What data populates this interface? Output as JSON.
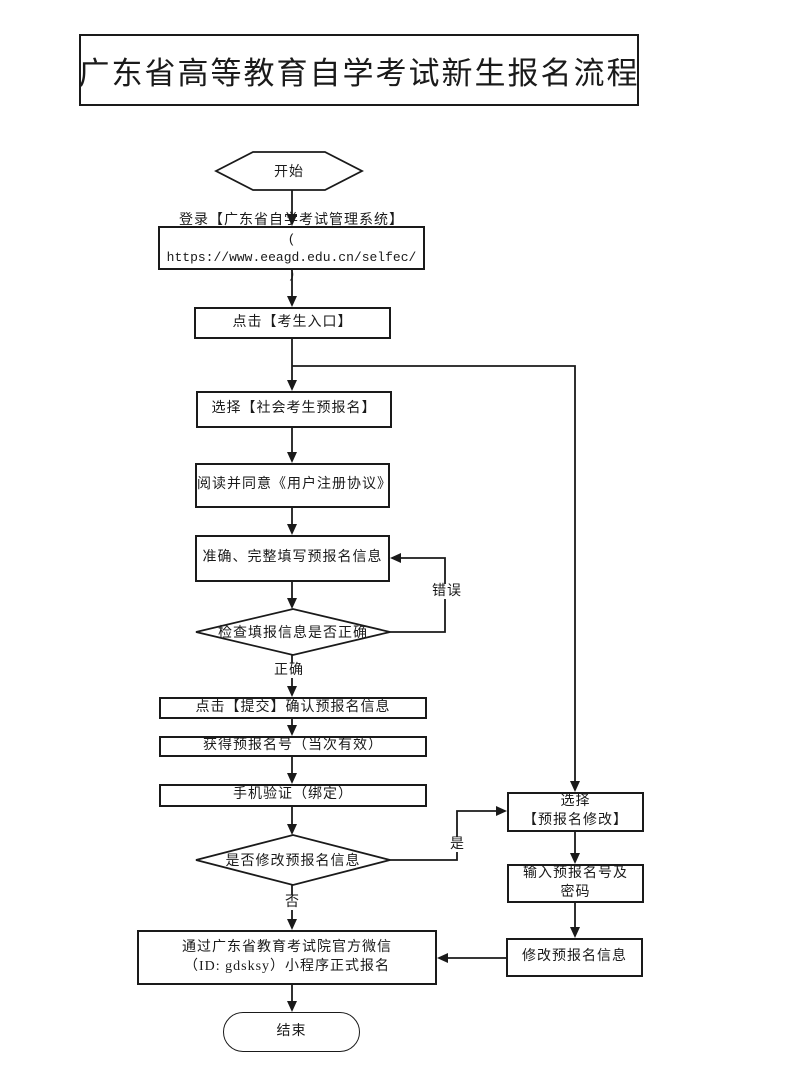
{
  "title": "广东省高等教育自学考试新生报名流程",
  "nodes": {
    "start": {
      "label": "开始"
    },
    "login": {
      "line1": "登录【广东省自学考试管理系统】",
      "line2": "( https://www.eeagd.edu.cn/selfec/ )"
    },
    "candidate_entry": {
      "label": "点击【考生入口】"
    },
    "choose_social_preregistration": {
      "label": "选择【社会考生预报名】"
    },
    "user_agreement": {
      "label": "阅读并同意《用户注册协议》"
    },
    "fill_preregistration_info": {
      "label": "准确、完整填写预报名信息"
    },
    "check_info_decision": {
      "label": "检查填报信息是否正确"
    },
    "submit_confirm": {
      "label": "点击【提交】确认预报名信息"
    },
    "obtain_number": {
      "label": "获得预报名号（当次有效）"
    },
    "phone_verification": {
      "label": "手机验证（绑定）"
    },
    "modify_decision": {
      "label": "是否修改预报名信息"
    },
    "official_registration": {
      "line1": "通过广东省教育考试院官方微信",
      "line2": "（ID: gdsksy）小程序正式报名"
    },
    "end": {
      "label": "结束"
    },
    "choose_modify": {
      "line1": "选择",
      "line2": "【预报名修改】"
    },
    "input_number_password": {
      "line1": "输入预报名号及",
      "line2": "密码"
    },
    "modify_info": {
      "label": "修改预报名信息"
    }
  },
  "edge_labels": {
    "correct": "正确",
    "error": "错误",
    "yes": "是",
    "no": "否"
  },
  "colors": {
    "line": "#1a1a1a",
    "background": "#ffffff",
    "text": "#1a1a1a"
  }
}
